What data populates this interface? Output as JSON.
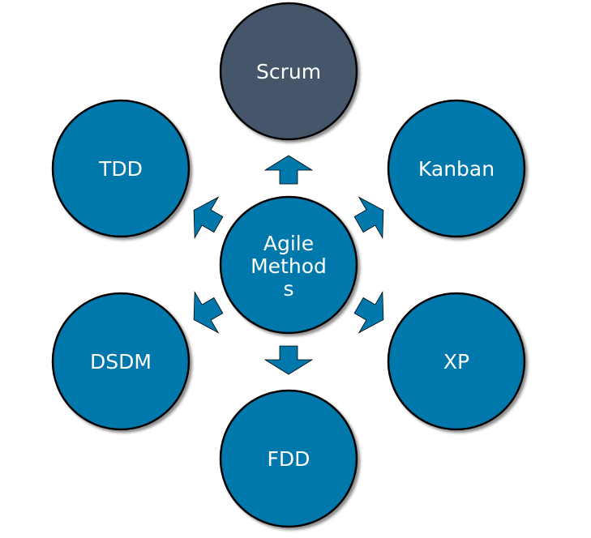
{
  "colors": {
    "circle_fill": "#0078AC",
    "highlight_fill": "#44546A",
    "stroke": "#000000",
    "shadow": "#8c8c8c",
    "arrow_fill": "#0078AC",
    "text": "#ffffff"
  },
  "center": {
    "label_lines": [
      "Agile",
      "Method",
      "s"
    ]
  },
  "nodes": [
    {
      "id": "scrum",
      "label": "Scrum",
      "highlighted": true
    },
    {
      "id": "kanban",
      "label": "Kanban",
      "highlighted": false
    },
    {
      "id": "xp",
      "label": "XP",
      "highlighted": false
    },
    {
      "id": "fdd",
      "label": "FDD",
      "highlighted": false
    },
    {
      "id": "dsdm",
      "label": "DSDM",
      "highlighted": false
    },
    {
      "id": "tdd",
      "label": "TDD",
      "highlighted": false
    }
  ]
}
